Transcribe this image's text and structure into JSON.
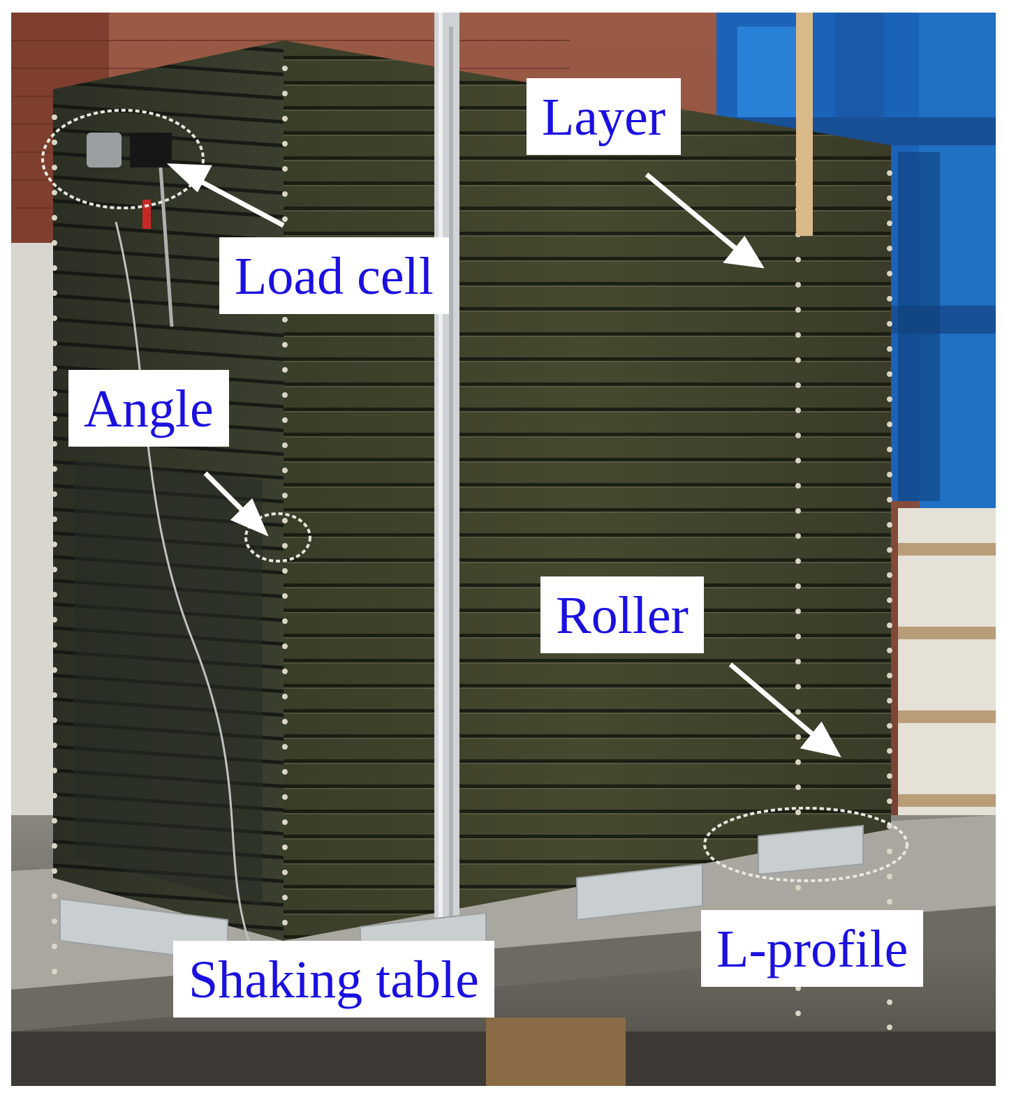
{
  "image": {
    "description_free": true
  },
  "labels": {
    "layer": "Layer",
    "load_cell": "Load cell",
    "angle": "Angle",
    "roller": "Roller",
    "shaking_table": "Shaking table",
    "l_profile": "L-profile"
  },
  "colors": {
    "label_text": "#1a10e0",
    "label_background": "#ffffff",
    "box_body": "#3c3f2c",
    "steel": "#c8cccd",
    "brick": "#8b4a36",
    "frame_blue": "#1e6ec8"
  }
}
